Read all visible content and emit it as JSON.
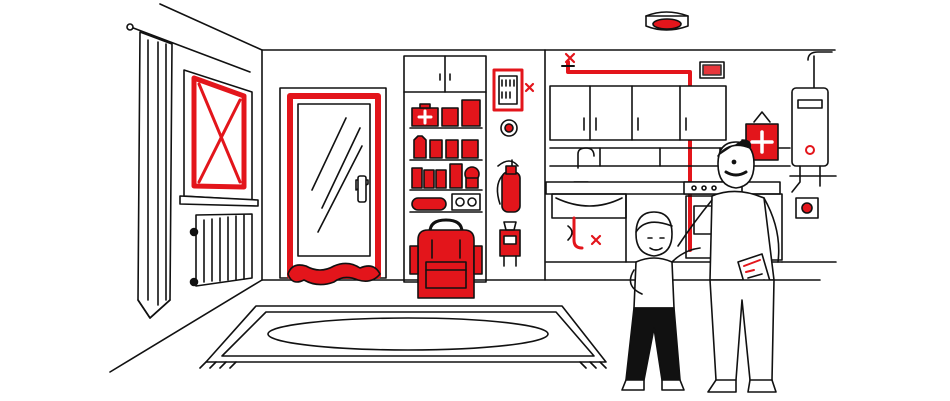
{
  "illustration": {
    "kind": "home emergency preparedness scene",
    "colors": {
      "ink": "#111111",
      "accent": "#e3151b",
      "paper": "#ffffff",
      "shade": "#f2f2f2"
    },
    "items": [
      {
        "id": "window",
        "icon": "window-crossed-icon"
      },
      {
        "id": "radiator",
        "icon": "radiator-icon"
      },
      {
        "id": "door",
        "icon": "door-icon"
      },
      {
        "id": "door-draft-stopper",
        "icon": "draft-stopper-icon"
      },
      {
        "id": "storage-shelf",
        "icon": "shelf-icon"
      },
      {
        "id": "first-aid-kit",
        "icon": "first-aid-kit-icon"
      },
      {
        "id": "emergency-backpack",
        "icon": "backpack-icon"
      },
      {
        "id": "electrical-panel",
        "icon": "fuse-box-icon"
      },
      {
        "id": "smoke-detector",
        "icon": "smoke-detector-icon"
      },
      {
        "id": "fire-extinguisher",
        "icon": "fire-extinguisher-icon"
      },
      {
        "id": "fire-blanket",
        "icon": "fire-blanket-icon"
      },
      {
        "id": "gas-valve",
        "icon": "gas-valve-icon"
      },
      {
        "id": "water-shutoff",
        "icon": "water-valve-icon"
      },
      {
        "id": "wall-first-aid-box",
        "icon": "medical-box-icon"
      },
      {
        "id": "boiler",
        "icon": "boiler-icon"
      },
      {
        "id": "rug",
        "icon": "rug-icon"
      },
      {
        "id": "child",
        "icon": "child-figure-icon"
      },
      {
        "id": "adult",
        "icon": "adult-figure-icon"
      }
    ]
  }
}
